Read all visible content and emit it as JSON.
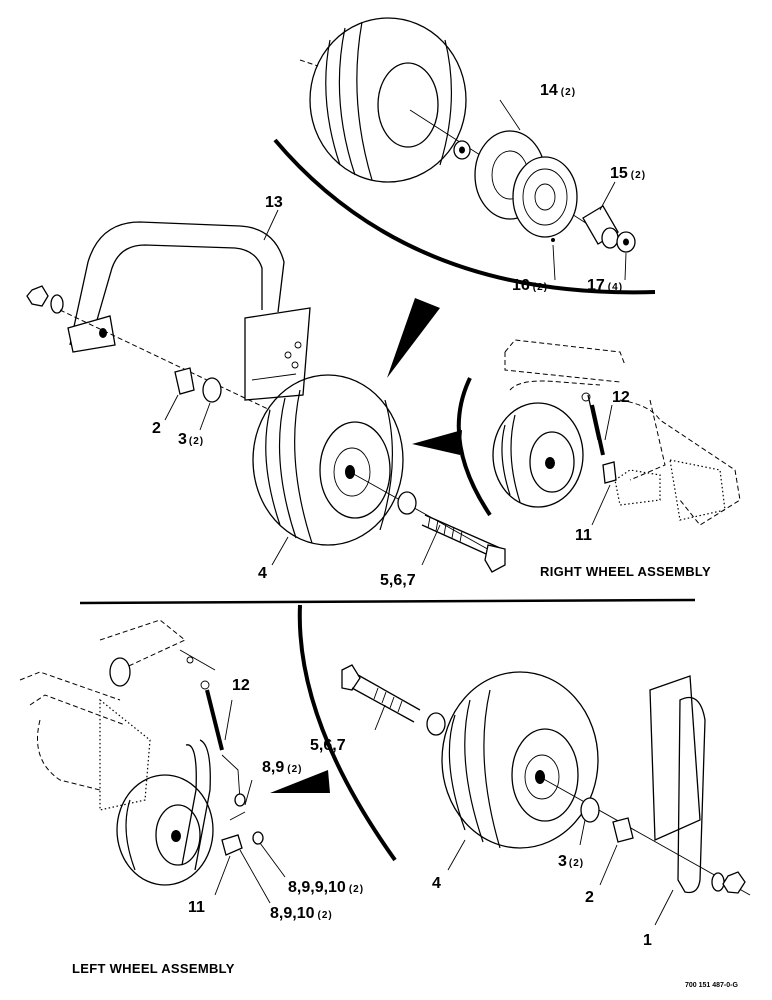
{
  "callouts": {
    "c1": {
      "num": "1",
      "qty": ""
    },
    "c2a": {
      "num": "2",
      "qty": ""
    },
    "c2b": {
      "num": "2",
      "qty": ""
    },
    "c3a": {
      "num": "3",
      "qty": "(2)"
    },
    "c3b": {
      "num": "3",
      "qty": "(2)"
    },
    "c4a": {
      "num": "4",
      "qty": ""
    },
    "c4b": {
      "num": "4",
      "qty": ""
    },
    "c567a": {
      "num": "5,6,7",
      "qty": ""
    },
    "c567b": {
      "num": "5,6,7",
      "qty": ""
    },
    "c89": {
      "num": "8,9",
      "qty": "(2)"
    },
    "c89910": {
      "num": "8,9,9,10",
      "qty": "(2)"
    },
    "c8910": {
      "num": "8,9,10",
      "qty": "(2)"
    },
    "c11a": {
      "num": "11",
      "qty": ""
    },
    "c11b": {
      "num": "11",
      "qty": ""
    },
    "c12a": {
      "num": "12",
      "qty": ""
    },
    "c12b": {
      "num": "12",
      "qty": ""
    },
    "c13": {
      "num": "13",
      "qty": ""
    },
    "c14": {
      "num": "14",
      "qty": "(2)"
    },
    "c15": {
      "num": "15",
      "qty": "(2)"
    },
    "c16": {
      "num": "16",
      "qty": "(2)"
    },
    "c17": {
      "num": "17",
      "qty": "(4)"
    }
  },
  "titles": {
    "right": "RIGHT WHEEL ASSEMBLY",
    "left": "LEFT WHEEL ASSEMBLY"
  },
  "drawing_code": "700 151 487-0-G"
}
